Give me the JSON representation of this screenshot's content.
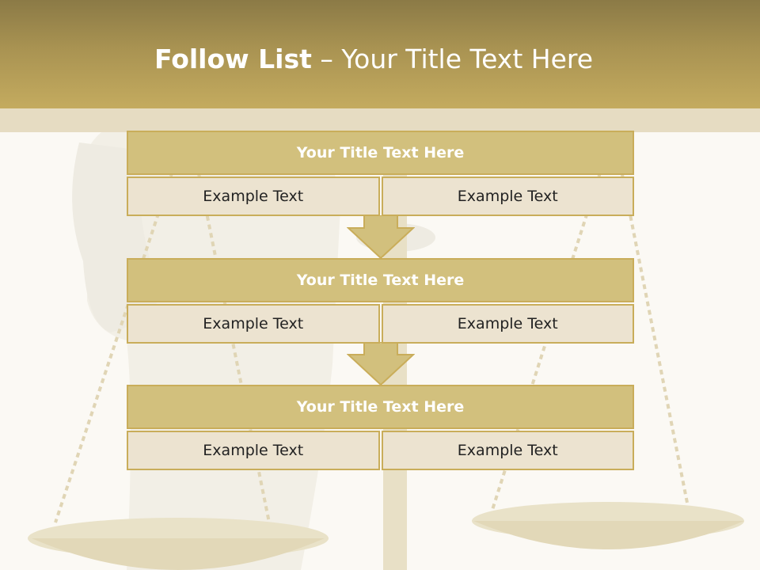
{
  "slide": {
    "title_bold": "Follow List",
    "title_rest": " – Your Title Text Here"
  },
  "blocks": [
    {
      "title": "Your Title Text Here",
      "cells": [
        "Example Text",
        "Example Text"
      ]
    },
    {
      "title": "Your Title Text Here",
      "cells": [
        "Example Text",
        "Example Text"
      ]
    },
    {
      "title": "Your Title Text Here",
      "cells": [
        "Example Text",
        "Example Text"
      ]
    }
  ],
  "colors": {
    "header": "#a99352",
    "block_title": "#d2c07d",
    "cell": "#ece3d0",
    "border": "#c9ad5a"
  }
}
